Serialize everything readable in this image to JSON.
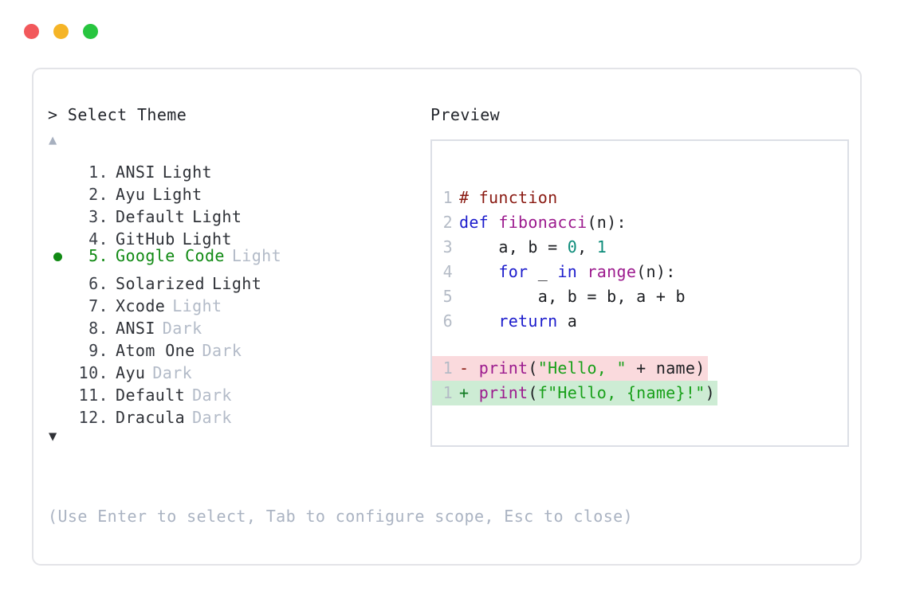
{
  "window": {
    "dots": [
      {
        "name": "close",
        "color": "#f2585b"
      },
      {
        "name": "minimize",
        "color": "#f5b426"
      },
      {
        "name": "maximize",
        "color": "#27c53f"
      }
    ]
  },
  "selector": {
    "prompt": "> Select Theme",
    "scroll_up": "▲",
    "scroll_down": "▼",
    "selected_index": 5,
    "items": [
      {
        "index": "1.",
        "name": "ANSI",
        "suffix": "Light",
        "suffix_dim": false
      },
      {
        "index": "2.",
        "name": "Ayu",
        "suffix": "Light",
        "suffix_dim": false
      },
      {
        "index": "3.",
        "name": "Default",
        "suffix": "Light",
        "suffix_dim": false
      },
      {
        "index": "4.",
        "name": "GitHub",
        "suffix": "Light",
        "suffix_dim": false
      },
      {
        "index": "5.",
        "name": "Google Code",
        "suffix": "Light",
        "suffix_dim": true
      },
      {
        "index": "6.",
        "name": "Solarized",
        "suffix": "Light",
        "suffix_dim": false
      },
      {
        "index": "7.",
        "name": "Xcode",
        "suffix": "Light",
        "suffix_dim": true
      },
      {
        "index": "8.",
        "name": "ANSI",
        "suffix": "Dark",
        "suffix_dim": true
      },
      {
        "index": "9.",
        "name": "Atom One",
        "suffix": "Dark",
        "suffix_dim": true
      },
      {
        "index": "10.",
        "name": "Ayu",
        "suffix": "Dark",
        "suffix_dim": true
      },
      {
        "index": "11.",
        "name": "Default",
        "suffix": "Dark",
        "suffix_dim": true
      },
      {
        "index": "12.",
        "name": "Dracula",
        "suffix": "Dark",
        "suffix_dim": true
      }
    ],
    "footer_hint": "(Use Enter to select, Tab to configure scope, Esc to close)"
  },
  "preview": {
    "label": "Preview",
    "code_lines": [
      {
        "num": "1",
        "tokens": [
          {
            "t": "# function",
            "c": "tok-comment"
          }
        ]
      },
      {
        "num": "2",
        "tokens": [
          {
            "t": "def ",
            "c": "tok-kw"
          },
          {
            "t": "fibonacci",
            "c": "tok-fn"
          },
          {
            "t": "(n):",
            "c": "tok-plain"
          }
        ]
      },
      {
        "num": "3",
        "tokens": [
          {
            "t": "    a, b = ",
            "c": "tok-plain"
          },
          {
            "t": "0",
            "c": "tok-num"
          },
          {
            "t": ", ",
            "c": "tok-plain"
          },
          {
            "t": "1",
            "c": "tok-num"
          }
        ]
      },
      {
        "num": "4",
        "tokens": [
          {
            "t": "    ",
            "c": "tok-plain"
          },
          {
            "t": "for",
            "c": "tok-kw"
          },
          {
            "t": " _ ",
            "c": "tok-plain"
          },
          {
            "t": "in",
            "c": "tok-kw"
          },
          {
            "t": " ",
            "c": "tok-plain"
          },
          {
            "t": "range",
            "c": "tok-fn"
          },
          {
            "t": "(n):",
            "c": "tok-plain"
          }
        ]
      },
      {
        "num": "5",
        "tokens": [
          {
            "t": "        a, b = b, a + b",
            "c": "tok-plain"
          }
        ]
      },
      {
        "num": "6",
        "tokens": [
          {
            "t": "    ",
            "c": "tok-plain"
          },
          {
            "t": "return",
            "c": "tok-kw"
          },
          {
            "t": " a",
            "c": "tok-plain"
          }
        ]
      }
    ],
    "diff_lines": [
      {
        "num": "1",
        "kind": "del",
        "tokens": [
          {
            "t": "- ",
            "c": "tok-marker-del"
          },
          {
            "t": "print",
            "c": "tok-fn"
          },
          {
            "t": "(",
            "c": "tok-plain"
          },
          {
            "t": "\"Hello, \"",
            "c": "tok-str"
          },
          {
            "t": " + name)",
            "c": "tok-plain"
          }
        ]
      },
      {
        "num": "1",
        "kind": "add",
        "tokens": [
          {
            "t": "+ ",
            "c": "tok-marker-add"
          },
          {
            "t": "print",
            "c": "tok-fn"
          },
          {
            "t": "(",
            "c": "tok-plain"
          },
          {
            "t": "f\"Hello, {name}!\"",
            "c": "tok-str"
          },
          {
            "t": ")",
            "c": "tok-plain"
          }
        ]
      }
    ]
  },
  "colors": {
    "accent_green": "#118a14",
    "dim_text": "#b3bbc8",
    "body_text": "#2f3238",
    "diff_del_bg": "#fadadd",
    "diff_add_bg": "#cdecd4",
    "card_border": "#e3e4e8",
    "preview_border": "#dcdfe6"
  }
}
